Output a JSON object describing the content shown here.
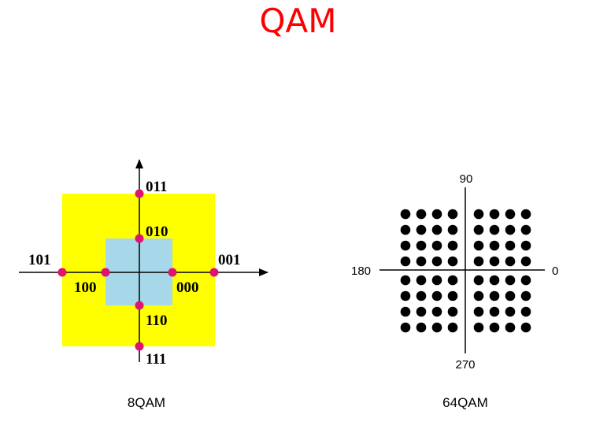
{
  "title": "QAM",
  "qam8": {
    "caption": "8QAM",
    "colors": {
      "outer_square": "#ffff00",
      "inner_square": "#a6d8ea",
      "points": "#e0136f",
      "axes": "#000000"
    },
    "points": [
      {
        "label": "000",
        "angle_deg": 0,
        "amplitude": "low"
      },
      {
        "label": "001",
        "angle_deg": 0,
        "amplitude": "high"
      },
      {
        "label": "010",
        "angle_deg": 90,
        "amplitude": "low"
      },
      {
        "label": "011",
        "angle_deg": 90,
        "amplitude": "high"
      },
      {
        "label": "100",
        "angle_deg": 180,
        "amplitude": "low"
      },
      {
        "label": "101",
        "angle_deg": 180,
        "amplitude": "high"
      },
      {
        "label": "110",
        "angle_deg": 270,
        "amplitude": "low"
      },
      {
        "label": "111",
        "angle_deg": 270,
        "amplitude": "high"
      }
    ]
  },
  "qam64": {
    "caption": "64QAM",
    "axis_labels": {
      "top": "90",
      "bottom": "270",
      "left": "180",
      "right": "0"
    },
    "grid": {
      "rows": 8,
      "columns": 8,
      "total_points": 64
    },
    "colors": {
      "points": "#000000",
      "axes": "#000000"
    }
  }
}
